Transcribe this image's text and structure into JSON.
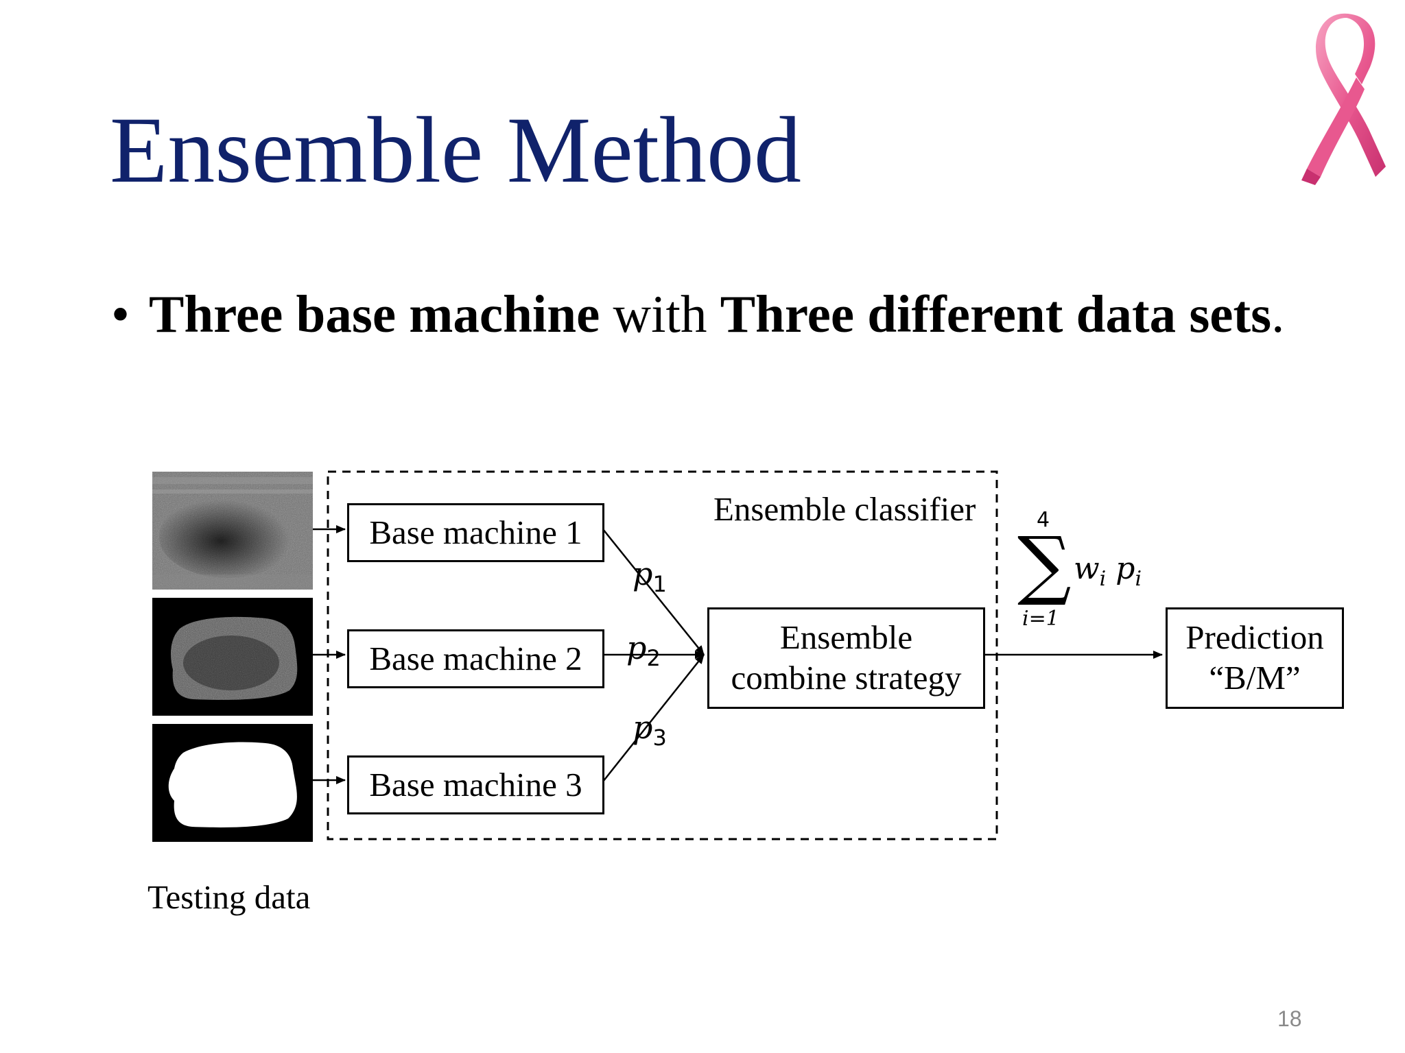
{
  "slide": {
    "title": "Ensemble Method",
    "bullet": {
      "symbol": "•",
      "part1_bold": "Three base machine",
      "part2": " with ",
      "part3_bold": "Three different data sets",
      "part4": "."
    },
    "page_number": "18"
  },
  "diagram": {
    "testing_data_label": "Testing data",
    "ensemble_classifier_label": "Ensemble classifier",
    "base_machines": [
      "Base machine 1",
      "Base machine 2",
      "Base machine 3"
    ],
    "probabilities": [
      {
        "letter": "p",
        "sub": "1"
      },
      {
        "letter": "p",
        "sub": "2"
      },
      {
        "letter": "p",
        "sub": "3"
      }
    ],
    "combine_box": {
      "line1": "Ensemble",
      "line2": "combine strategy"
    },
    "formula": {
      "sum_upper": "4",
      "sum_symbol": "∑",
      "sum_lower": "i=1",
      "w": "w",
      "w_sub": "i",
      "p": "p",
      "p_sub": "i"
    },
    "prediction_box": {
      "line1": "Prediction",
      "line2": "“B/M”"
    }
  },
  "icons": [
    "breast-cancer-ribbon-icon"
  ],
  "colors": {
    "title": "#10226b",
    "ribbon": "#e8588f",
    "page_number": "#8a8a8a"
  }
}
